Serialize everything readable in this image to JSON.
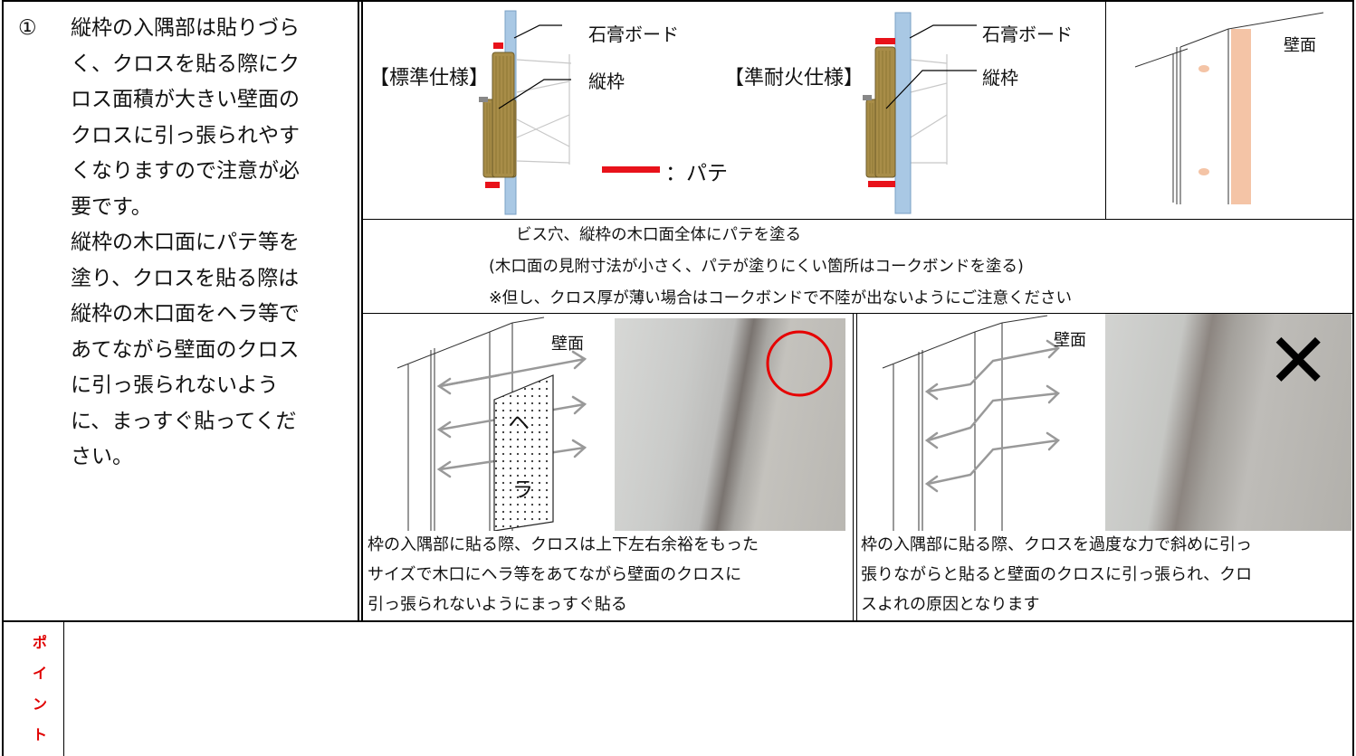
{
  "left_column": {
    "number": "①",
    "lines": [
      "縦枠の入隅部は貼りづら",
      "く、クロスを貼る際にク",
      "ロス面積が大きい壁面の",
      "クロスに引っ張られやす",
      "くなりますので注意が必",
      "要です。",
      "縦枠の木口面にパテ等を",
      "塗り、クロスを貼る際は",
      "縦枠の木口面をヘラ等で",
      "あてながら壁面のクロス",
      "に引っ張られないよう",
      "に、まっすぐ貼ってくだ",
      "さい。"
    ]
  },
  "top_diagrams": {
    "standard": {
      "title": "【標準仕様】",
      "board_label": "石膏ボード",
      "frame_label": "縦枠"
    },
    "fireproof": {
      "title": "【準耐火仕様】",
      "board_label": "石膏ボード",
      "frame_label": "縦枠"
    },
    "legend_text": "：パテ",
    "wall_label": "壁面"
  },
  "instructions": {
    "line1": "ビス穴、縦枠の木口面全体にパテを塗る",
    "line2": "(木口面の見附寸法が小さく、パテが塗りにくい箇所はコークボンドを塗る)",
    "line3": "※但し、クロス厚が薄い場合はコークボンドで不陸が出ないようにご注意ください"
  },
  "bottom_left": {
    "wall_label": "壁面",
    "spatula_label_1": "ヘ",
    "spatula_label_2": "ラ",
    "caption_lines": [
      "枠の入隅部に貼る際、クロスは上下左右余裕をもった",
      "サイズで木口にヘラ等をあてながら壁面のクロスに",
      "引っ張られないようにまっすぐ貼る"
    ]
  },
  "bottom_right": {
    "wall_label": "壁面",
    "mark": "✕",
    "caption_lines": [
      "枠の入隅部に貼る際、クロスを過度な力で斜めに引っ",
      "張りながらと貼ると壁面のクロスに引っ張られ、クロ",
      "スよれの原因となります"
    ]
  },
  "point_label": [
    "ポ",
    "イ",
    "ン",
    "ト"
  ],
  "colors": {
    "putty_red": "#e8121a",
    "board_blue": "#a9c8e4",
    "wood": "#a88d48",
    "wall_pink": "#f4c4a6",
    "mark_red": "#d40000"
  }
}
